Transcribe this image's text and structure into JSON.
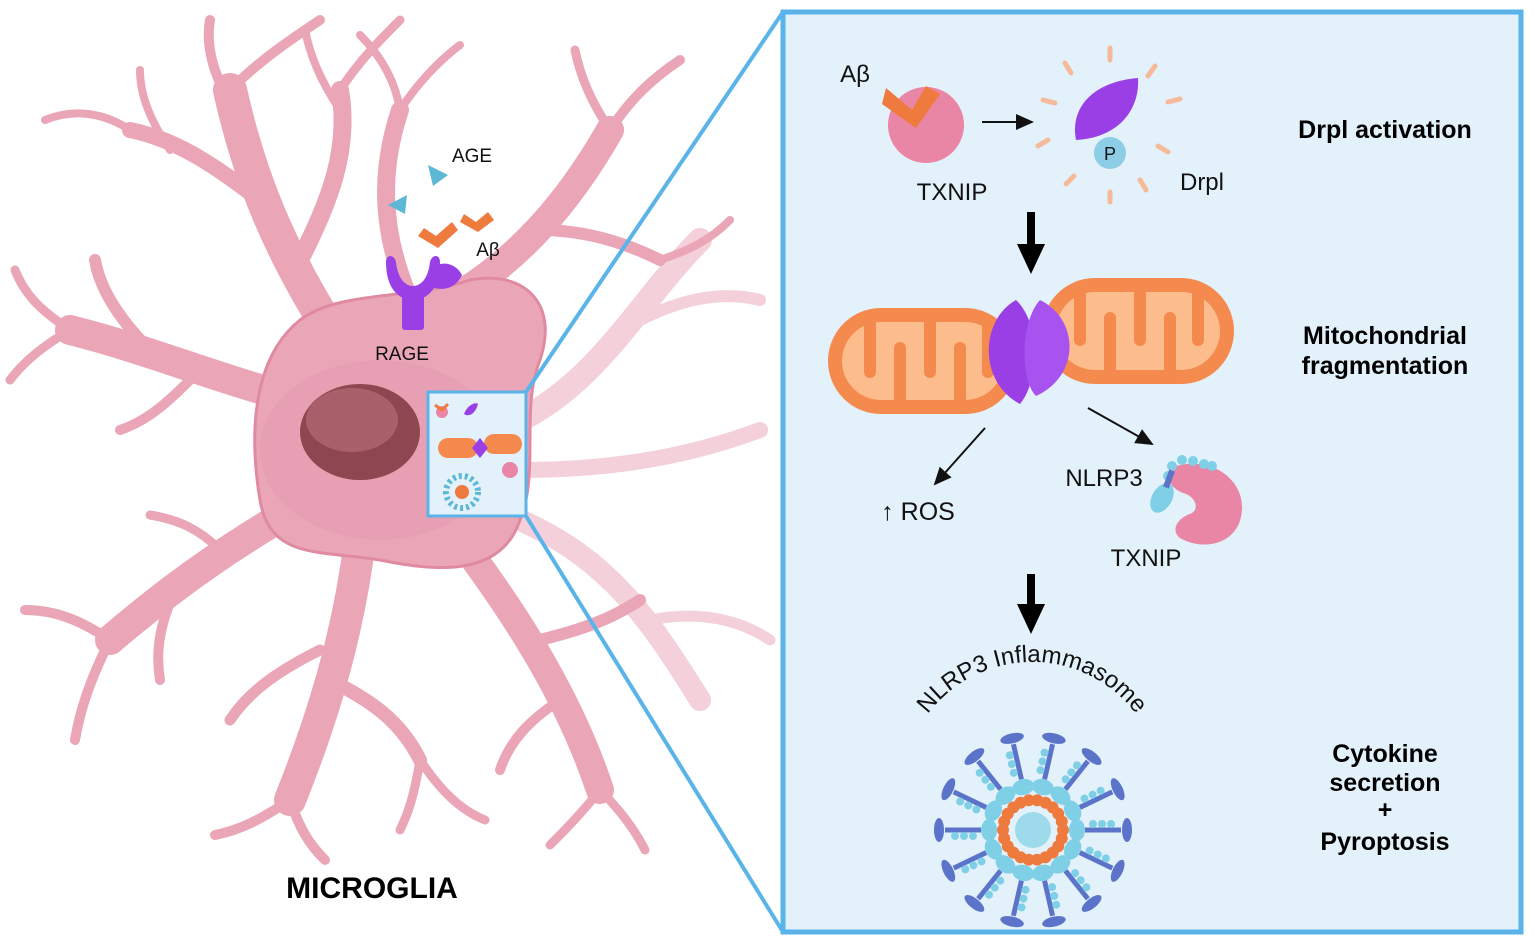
{
  "left": {
    "age_label": "AGE",
    "abeta_label": "Aβ",
    "rage_label": "RAGE",
    "cell_title": "MICROGLIA"
  },
  "panel": {
    "abeta_label": "Aβ",
    "txnip_label_top": "TXNIP",
    "drp1_label": "Drpl",
    "p_label": "P",
    "ros_label": "↑ ROS",
    "nlrp3_label": "NLRP3",
    "txnip_label_bottom": "TXNIP",
    "inflammasome_label": "NLRP3 Inflammasome"
  },
  "steps": {
    "step1": "Drpl activation",
    "step2_line1": "Mitochondrial",
    "step2_line2": "fragmentation",
    "step3_line1": "Cytokine",
    "step3_line2": "secretion",
    "step3_line3": "+",
    "step3_line4": "Pyroptosis"
  },
  "colors": {
    "cell_fill": "#eaa6b7",
    "cell_dark": "#d97e97",
    "nucleus": "#8e4650",
    "panel_bg": "#e3f1fb",
    "panel_border": "#5ab4ea",
    "mito_outer": "#f58a4f",
    "mito_inner": "#fcbc8c",
    "drp1_purple": "#9a3fe6",
    "txnip_pink": "#ea86a5",
    "abeta_orange": "#ef7a3d",
    "age_blue": "#5db8d6"
  }
}
